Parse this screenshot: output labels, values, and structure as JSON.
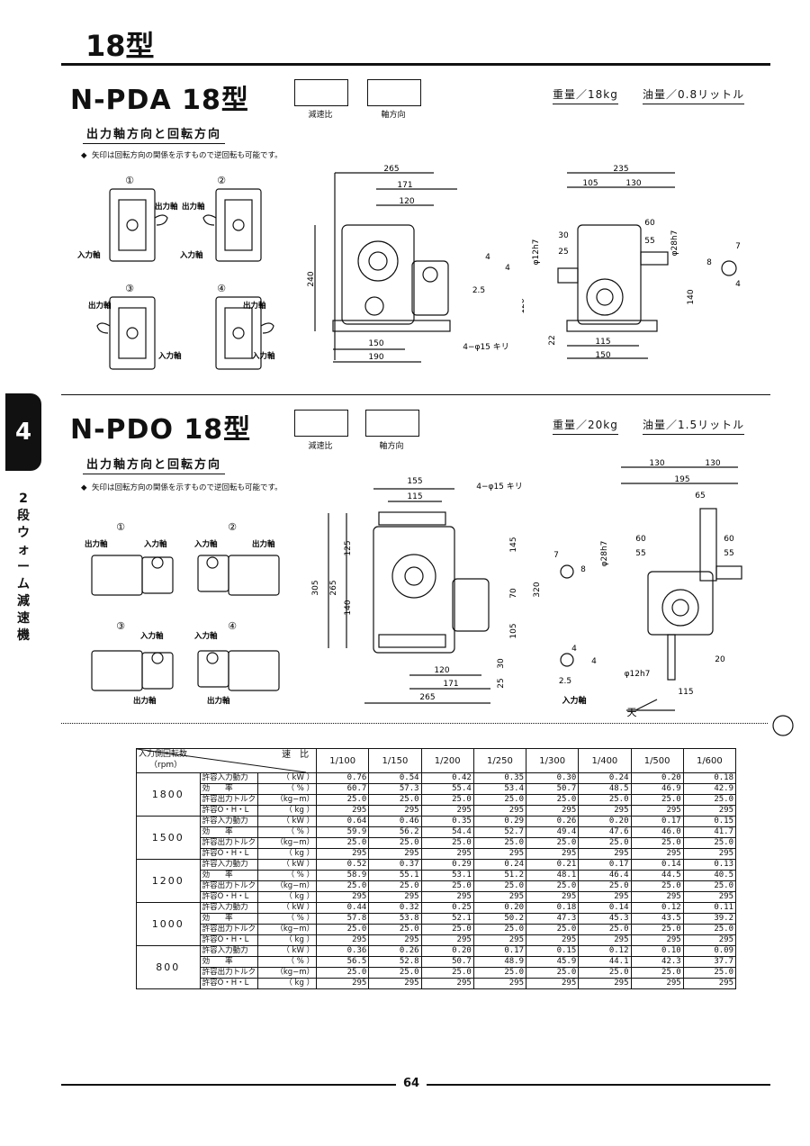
{
  "page_title": "18型",
  "side_tab": {
    "number": "4",
    "text": [
      "2",
      "段",
      "ウ",
      "ォ",
      "ー",
      "ム",
      "減",
      "速",
      "機"
    ]
  },
  "sections": [
    {
      "model": "N-PDA 18型",
      "code_labels": [
        "減速比",
        "軸方向"
      ],
      "weight": "重量／18kg",
      "oil": "油量／0.8リットル",
      "subheading": "出力軸方向と回転方向",
      "note": "矢印は回転方向の関係を示すもので逆回転も可能です。",
      "labels": {
        "output": "出力軸",
        "input": "入力軸"
      },
      "dimensions": {
        "front": [
          "265",
          "171",
          "120",
          "240",
          "150",
          "190",
          "4−φ15 キリ",
          "2.5",
          "4",
          "4"
        ],
        "side": [
          "235",
          "105",
          "130",
          "φ12h7",
          "30",
          "25",
          "60",
          "55",
          "φ28h7",
          "120",
          "140",
          "22",
          "115",
          "150",
          "7",
          "8",
          "4"
        ]
      }
    },
    {
      "model": "N-PDO 18型",
      "code_labels": [
        "減速比",
        "軸方向"
      ],
      "weight": "重量／20kg",
      "oil": "油量／1.5リットル",
      "subheading": "出力軸方向と回転方向",
      "note": "矢印は回転方向の関係を示すもので逆回転も可能です。",
      "labels": {
        "output": "出力軸",
        "input": "入力軸"
      },
      "dimensions": {
        "front": [
          "155",
          "115",
          "4−φ15 キリ",
          "305",
          "265",
          "125",
          "140",
          "145",
          "320",
          "70",
          "105",
          "30",
          "25",
          "120",
          "171",
          "265"
        ],
        "side": [
          "130",
          "130",
          "195",
          "65",
          "60",
          "55",
          "φ28h7",
          "60",
          "55",
          "7",
          "8",
          "4",
          "4",
          "2.5",
          "φ12h7",
          "20",
          "115",
          "入力軸",
          "天"
        ]
      }
    }
  ],
  "table": {
    "corner_top": "入力側回転数",
    "corner_bottom": "（rpm）",
    "ratio_header": "速　比",
    "ratios": [
      "1/100",
      "1/150",
      "1/200",
      "1/250",
      "1/300",
      "1/400",
      "1/500",
      "1/600"
    ],
    "items": [
      {
        "label": "許容入力動力",
        "unit": "（ kW ）"
      },
      {
        "label": "効　　率",
        "unit": "（ % ）"
      },
      {
        "label": "許容出力トルク",
        "unit": "（kg−m）"
      },
      {
        "label": "許容O・H・L",
        "unit": "（ kg ）"
      }
    ],
    "groups": [
      {
        "rpm": "1800",
        "rows": [
          [
            "0.76",
            "0.54",
            "0.42",
            "0.35",
            "0.30",
            "0.24",
            "0.20",
            "0.18"
          ],
          [
            "60.7",
            "57.3",
            "55.4",
            "53.4",
            "50.7",
            "48.5",
            "46.9",
            "42.9"
          ],
          [
            "25.0",
            "25.0",
            "25.0",
            "25.0",
            "25.0",
            "25.0",
            "25.0",
            "25.0"
          ],
          [
            "295",
            "295",
            "295",
            "295",
            "295",
            "295",
            "295",
            "295"
          ]
        ]
      },
      {
        "rpm": "1500",
        "rows": [
          [
            "0.64",
            "0.46",
            "0.35",
            "0.29",
            "0.26",
            "0.20",
            "0.17",
            "0.15"
          ],
          [
            "59.9",
            "56.2",
            "54.4",
            "52.7",
            "49.4",
            "47.6",
            "46.0",
            "41.7"
          ],
          [
            "25.0",
            "25.0",
            "25.0",
            "25.0",
            "25.0",
            "25.0",
            "25.0",
            "25.0"
          ],
          [
            "295",
            "295",
            "295",
            "295",
            "295",
            "295",
            "295",
            "295"
          ]
        ]
      },
      {
        "rpm": "1200",
        "rows": [
          [
            "0.52",
            "0.37",
            "0.29",
            "0.24",
            "0.21",
            "0.17",
            "0.14",
            "0.13"
          ],
          [
            "58.9",
            "55.1",
            "53.1",
            "51.2",
            "48.1",
            "46.4",
            "44.5",
            "40.5"
          ],
          [
            "25.0",
            "25.0",
            "25.0",
            "25.0",
            "25.0",
            "25.0",
            "25.0",
            "25.0"
          ],
          [
            "295",
            "295",
            "295",
            "295",
            "295",
            "295",
            "295",
            "295"
          ]
        ]
      },
      {
        "rpm": "1000",
        "rows": [
          [
            "0.44",
            "0.32",
            "0.25",
            "0.20",
            "0.18",
            "0.14",
            "0.12",
            "0.11"
          ],
          [
            "57.8",
            "53.8",
            "52.1",
            "50.2",
            "47.3",
            "45.3",
            "43.5",
            "39.2"
          ],
          [
            "25.0",
            "25.0",
            "25.0",
            "25.0",
            "25.0",
            "25.0",
            "25.0",
            "25.0"
          ],
          [
            "295",
            "295",
            "295",
            "295",
            "295",
            "295",
            "295",
            "295"
          ]
        ]
      },
      {
        "rpm": "800",
        "rows": [
          [
            "0.36",
            "0.26",
            "0.20",
            "0.17",
            "0.15",
            "0.12",
            "0.10",
            "0.09"
          ],
          [
            "56.5",
            "52.8",
            "50.7",
            "48.9",
            "45.9",
            "44.1",
            "42.3",
            "37.7"
          ],
          [
            "25.0",
            "25.0",
            "25.0",
            "25.0",
            "25.0",
            "25.0",
            "25.0",
            "25.0"
          ],
          [
            "295",
            "295",
            "295",
            "295",
            "295",
            "295",
            "295",
            "295"
          ]
        ]
      }
    ]
  },
  "page_number": "64"
}
